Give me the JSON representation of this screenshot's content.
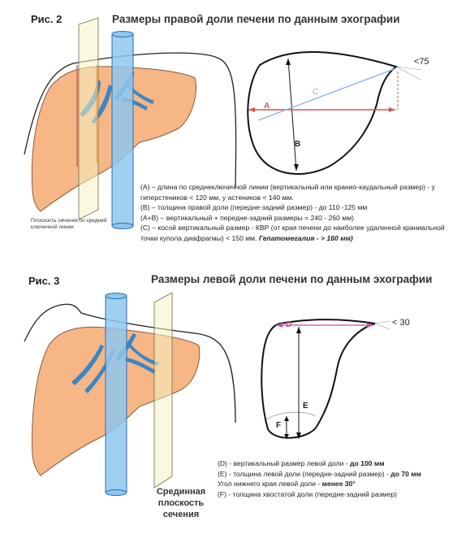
{
  "fig2": {
    "label": "Рис. 2",
    "title": "Размеры правой доли печени по данным эхографии",
    "angle": "<75",
    "letters": {
      "A": "A",
      "B": "B",
      "C": "C"
    },
    "plane_label": "Плоскость сечения по средней ключичной линии",
    "notes": [
      "(A) – длина по среднеключичной линии (вертикальный или кранио-каудальный размер) - у гиперстеников < 120 мм, у астеников < 140 мм.",
      "(B) – толщина правой доли (передне-задний размер) - до 110 -125 мм",
      "(A+B) – вертикальный + передне-задний размеры = 240 - 260 мм)",
      "(C) – косой вертикальный размер - КВР (от края печени до наиболее удаленной краниальной точки купола диафрагмы) < 150 мм."
    ],
    "note_emphasis": "Гепатомегалия - > 160 мм)"
  },
  "fig3": {
    "label": "Рис. 3",
    "title": "Размеры левой доли печени по данным эхографии",
    "angle": "< 30",
    "letters": {
      "D": "D",
      "E": "E",
      "F": "F"
    },
    "plane_label": "Срединная плоскость сечения",
    "notes": [
      {
        "text": "(D) - вертикальный размер левой доли - ",
        "bold": "до 100 мм"
      },
      {
        "text": "(E) - толщина левой доли (передне-задний размер) - ",
        "bold": "до 70 мм"
      },
      {
        "text": "Угол нижнего края левой доли - ",
        "bold": "менее 30°"
      },
      {
        "text": "(F) - толщина хвостатой доли (передне-задний размер)",
        "bold": ""
      }
    ]
  },
  "colors": {
    "liver": "#f7b686",
    "liver_stroke": "#8a5a3a",
    "vessel": "#8ec7ee",
    "vessel_stroke": "#2a6fb0",
    "ducts": "#3b86c4",
    "plane": "#f6f2c4",
    "measure_red": "#d9534f",
    "measure_c": "#8ab0e0",
    "measure_d": "#c94fa0"
  }
}
